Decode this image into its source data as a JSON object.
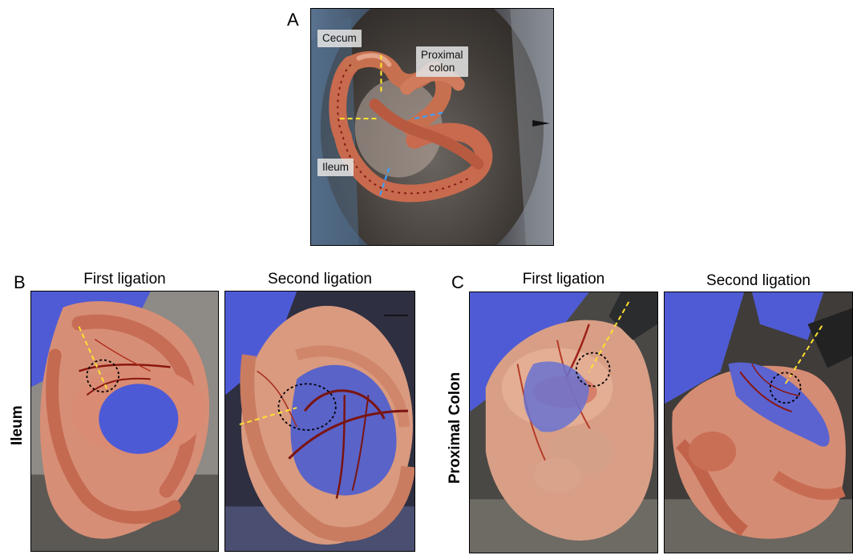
{
  "panel_a": {
    "letter": "A",
    "labels": {
      "cecum": "Cecum",
      "proximal_colon": "Proximal\ncolon",
      "ileum": "Ileum"
    }
  },
  "panel_b": {
    "letter": "B",
    "row_label": "Ileum",
    "captions": {
      "first": "First ligation",
      "second": "Second ligation"
    }
  },
  "panel_c": {
    "letter": "C",
    "row_label": "Proximal Colon",
    "captions": {
      "first": "First ligation",
      "second": "Second ligation"
    }
  },
  "colors": {
    "glove_blue": "#5560d8",
    "tissue": "#d8826a",
    "vessel": "#a01818",
    "fur": "#4a4540",
    "yellow_line": "#ffe030",
    "blue_line": "#3aa0ff"
  }
}
